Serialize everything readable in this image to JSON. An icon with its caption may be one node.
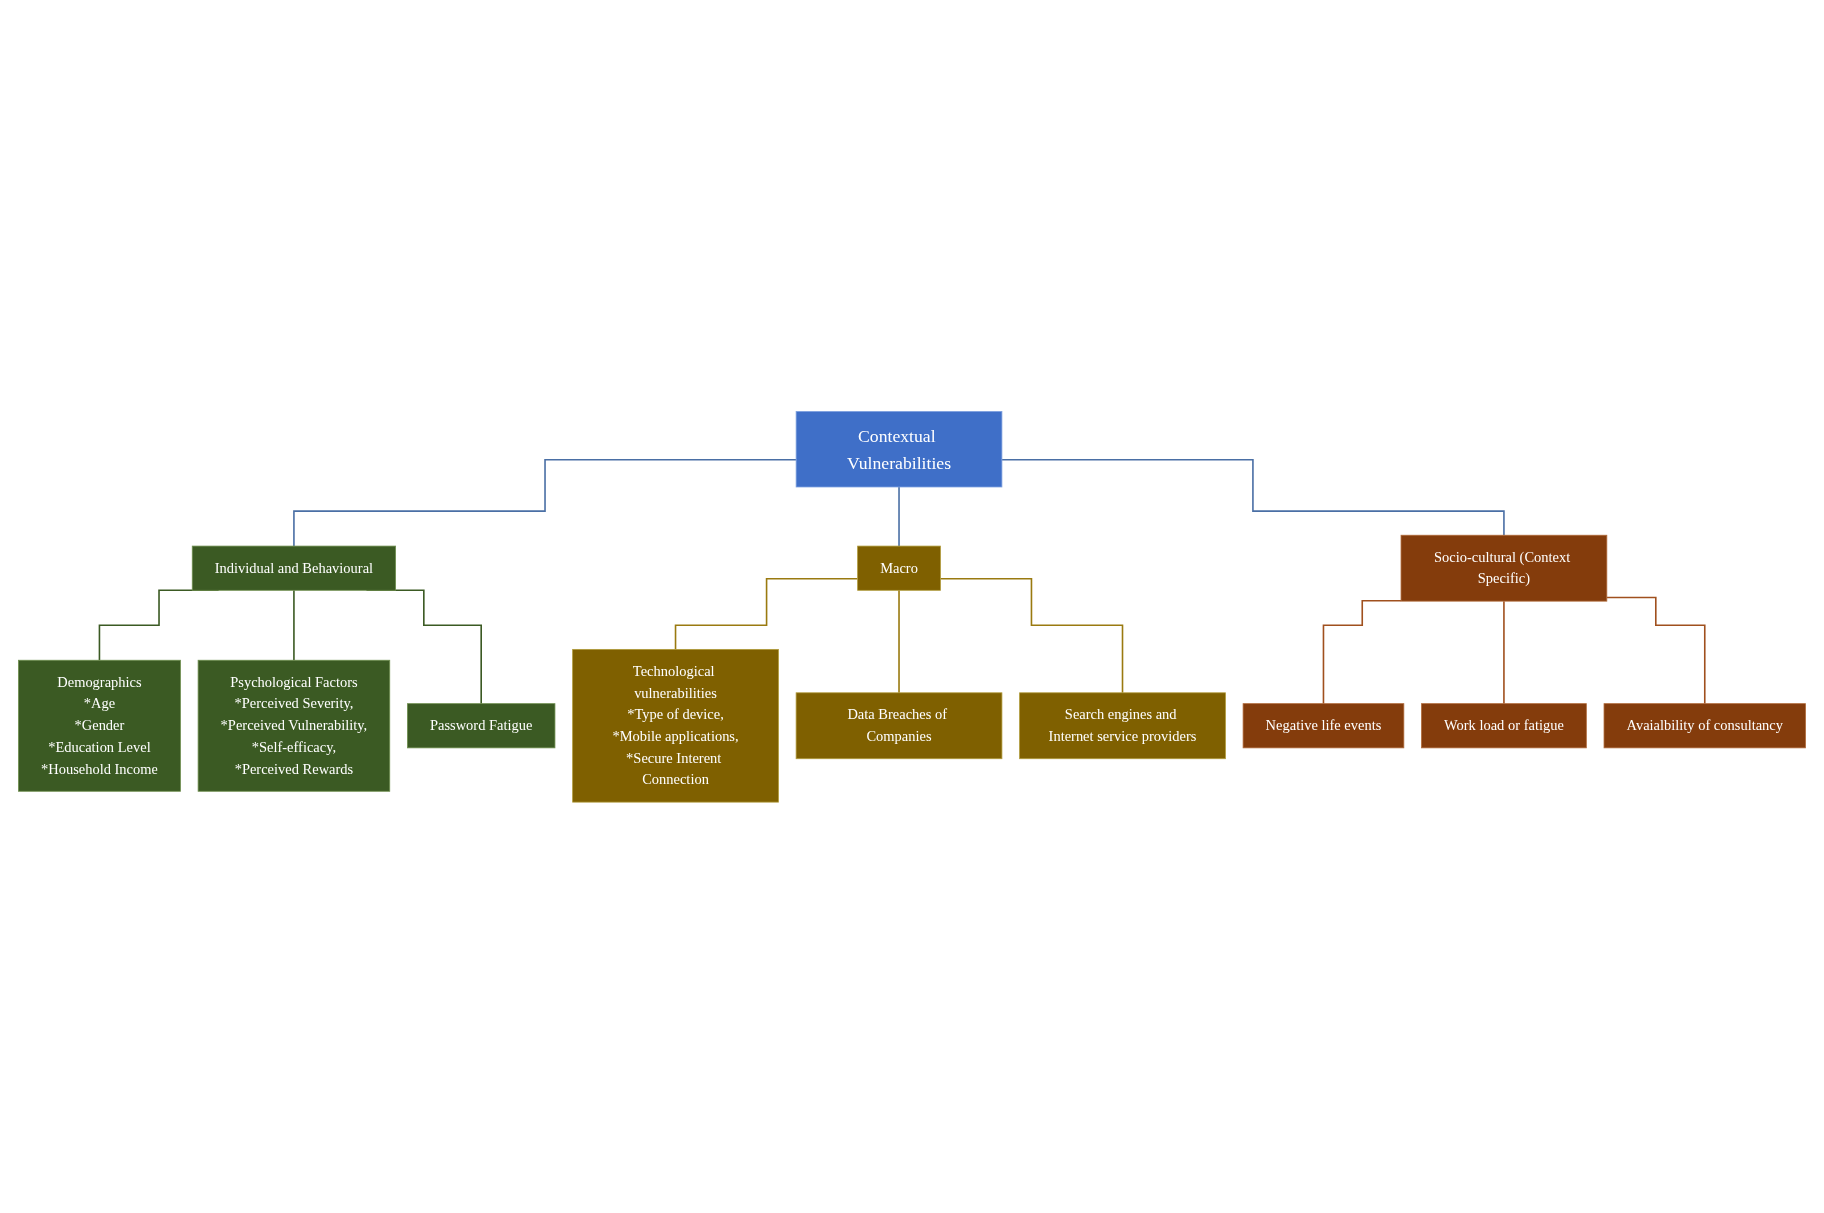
{
  "diagram": {
    "nodes": [
      {
        "text": [
          "Contextual Vulnerabilities"
        ]
      },
      {
        "text": [
          "Individual and Behavioural"
        ]
      },
      {
        "text": [
          "Macro"
        ]
      },
      {
        "text": [
          "Socio-cultural (Context Specific)"
        ]
      },
      {
        "text": [
          "Demographics",
          "*Age",
          "*Gender",
          "*Education Level",
          "*Household Income"
        ]
      },
      {
        "text": [
          "Psychological Factors",
          "*Perceived Severity,",
          "*Perceived Vulnerability,",
          "*Self-efficacy,",
          "*Perceived Rewards"
        ]
      },
      {
        "text": [
          "Password Fatigue"
        ]
      },
      {
        "text": [
          "Technological vulnerabilities",
          "*Type of device,",
          "*Mobile applications,",
          "*Secure Interent Connection"
        ]
      },
      {
        "text": [
          "Data Breaches of Companies"
        ]
      },
      {
        "text": [
          "Search engines and Internet service providers"
        ]
      },
      {
        "text": [
          "Negative life events"
        ]
      },
      {
        "text": [
          "Work load or fatigue"
        ]
      },
      {
        "text": [
          "Avaialbility of consultancy"
        ]
      }
    ],
    "edges": [
      {
        "from": 0,
        "to": 1,
        "arrow": "none",
        "color": "#4a6fa5"
      },
      {
        "from": 0,
        "to": 2,
        "arrow": "none",
        "color": "#4a6fa5"
      },
      {
        "from": 0,
        "to": 3,
        "arrow": "none",
        "color": "#4a6fa5"
      },
      {
        "from": 1,
        "to": 4,
        "arrow": "none",
        "color": "#3b5a23"
      },
      {
        "from": 1,
        "to": 5,
        "arrow": "none",
        "color": "#3b5a23"
      },
      {
        "from": 1,
        "to": 6,
        "arrow": "none",
        "color": "#3b5a23"
      },
      {
        "from": 2,
        "to": 7,
        "arrow": "none",
        "color": "#9a7a10"
      },
      {
        "from": 2,
        "to": 8,
        "arrow": "none",
        "color": "#9a7a10"
      },
      {
        "from": 2,
        "to": 9,
        "arrow": "none",
        "color": "#9a7a10"
      },
      {
        "from": 3,
        "to": 10,
        "arrow": "none",
        "color": "#a0501e"
      },
      {
        "from": 3,
        "to": 11,
        "arrow": "none",
        "color": "#a0501e"
      },
      {
        "from": 3,
        "to": 12,
        "arrow": "none",
        "color": "#a0501e"
      }
    ]
  }
}
